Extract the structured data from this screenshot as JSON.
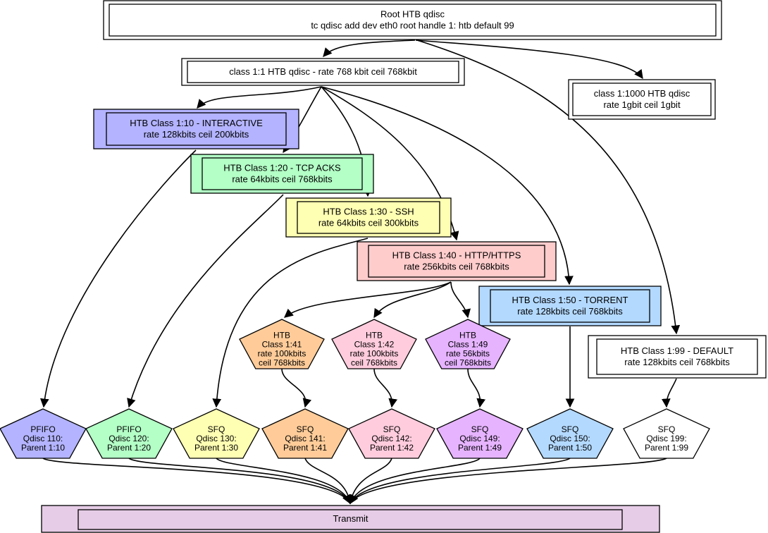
{
  "nodes": {
    "root": {
      "lines": [
        "Root HTB qdisc",
        "tc qdisc add dev eth0 root handle 1: htb default 99"
      ],
      "fill": "#ffffff"
    },
    "c1_1": {
      "lines": [
        "class 1:1 HTB qdisc - rate 768 kbit ceil 768kbit"
      ],
      "fill": "#ffffff"
    },
    "c1_1000": {
      "lines": [
        "class 1:1000 HTB qdisc",
        "rate 1gbit ceil 1gbit"
      ],
      "fill": "#ffffff"
    },
    "c1_10": {
      "lines": [
        "HTB Class 1:10 - INTERACTIVE",
        "rate 128kbits ceil 200kbits"
      ],
      "fill": "#b3b3ff"
    },
    "c1_20": {
      "lines": [
        "HTB Class 1:20 - TCP ACKS",
        "rate 64kbits ceil 768kbits"
      ],
      "fill": "#b3ffc6"
    },
    "c1_30": {
      "lines": [
        "HTB Class 1:30 - SSH",
        "rate 64kbits ceil 300kbits"
      ],
      "fill": "#ffffb3"
    },
    "c1_40": {
      "lines": [
        "HTB Class 1:40 - HTTP/HTTPS",
        "rate 256kbits ceil 768kbits"
      ],
      "fill": "#ffcccc"
    },
    "c1_50": {
      "lines": [
        "HTB Class 1:50 - TORRENT",
        "rate 128kbits ceil 768kbits"
      ],
      "fill": "#b3d9ff"
    },
    "c1_99": {
      "lines": [
        "HTB Class 1:99 - DEFAULT",
        "rate 128kbits ceil 768kbits"
      ],
      "fill": "#ffffff"
    },
    "c1_41": {
      "lines": [
        "HTB",
        "Class 1:41",
        "rate 100kbits",
        "ceil 768kbits"
      ],
      "fill": "#ffcc99"
    },
    "c1_42": {
      "lines": [
        "HTB",
        "Class 1:42",
        "rate 100kbits",
        "ceil 768kbits"
      ],
      "fill": "#ffccdd"
    },
    "c1_49": {
      "lines": [
        "HTB",
        "Class 1:49",
        "rate 56kbits",
        "ceil 768kbits"
      ],
      "fill": "#e6b3ff"
    },
    "q110": {
      "lines": [
        "PFIFO",
        "Qdisc 110:",
        "Parent 1:10"
      ],
      "fill": "#b3b3ff"
    },
    "q120": {
      "lines": [
        "PFIFO",
        "Qdisc 120:",
        "Parent 1:20"
      ],
      "fill": "#b3ffc6"
    },
    "q130": {
      "lines": [
        "SFQ",
        "Qdisc 130:",
        "Parent 1:30"
      ],
      "fill": "#ffffb3"
    },
    "q141": {
      "lines": [
        "SFQ",
        "Qdisc 141:",
        "Parent 1:41"
      ],
      "fill": "#ffcc99"
    },
    "q142": {
      "lines": [
        "SFQ",
        "Qdisc 142:",
        "Parent 1:42"
      ],
      "fill": "#ffccdd"
    },
    "q149": {
      "lines": [
        "SFQ",
        "Qdisc 149:",
        "Parent 1:49"
      ],
      "fill": "#e6b3ff"
    },
    "q150": {
      "lines": [
        "SFQ",
        "Qdisc 150:",
        "Parent 1:50"
      ],
      "fill": "#b3d9ff"
    },
    "q199": {
      "lines": [
        "SFQ",
        "Qdisc 199:",
        "Parent 1:99"
      ],
      "fill": "#ffffff"
    },
    "transmit": {
      "lines": [
        "Transmit"
      ],
      "fill": "#e6cce6"
    }
  },
  "edges": [
    [
      "root",
      "c1_1"
    ],
    [
      "root",
      "c1_1000"
    ],
    [
      "root",
      "c1_99"
    ],
    [
      "c1_1",
      "c1_10"
    ],
    [
      "c1_1",
      "c1_20"
    ],
    [
      "c1_1",
      "c1_30"
    ],
    [
      "c1_1",
      "c1_40"
    ],
    [
      "c1_1",
      "c1_50"
    ],
    [
      "c1_40",
      "c1_41"
    ],
    [
      "c1_40",
      "c1_42"
    ],
    [
      "c1_40",
      "c1_49"
    ],
    [
      "c1_10",
      "q110"
    ],
    [
      "c1_20",
      "q120"
    ],
    [
      "c1_30",
      "q130"
    ],
    [
      "c1_41",
      "q141"
    ],
    [
      "c1_42",
      "q142"
    ],
    [
      "c1_49",
      "q149"
    ],
    [
      "c1_50",
      "q150"
    ],
    [
      "c1_99",
      "q199"
    ],
    [
      "q110",
      "transmit"
    ],
    [
      "q120",
      "transmit"
    ],
    [
      "q130",
      "transmit"
    ],
    [
      "q141",
      "transmit"
    ],
    [
      "q142",
      "transmit"
    ],
    [
      "q149",
      "transmit"
    ],
    [
      "q150",
      "transmit"
    ],
    [
      "q199",
      "transmit"
    ]
  ],
  "colors": {
    "stroke": "#000000"
  }
}
